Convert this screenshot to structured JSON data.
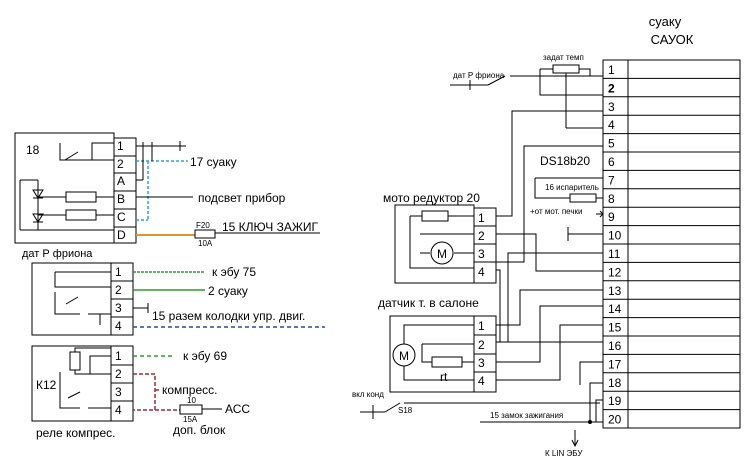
{
  "colors": {
    "wire": "#000000",
    "green": "#2e9e2e",
    "cyan": "#2aa8c8",
    "orange": "#e8902a",
    "blue": "#3344aa",
    "red": "#a02a3a"
  },
  "ecu": {
    "title1": "суаку",
    "title2": "САУОК",
    "pins": [
      "1",
      "2",
      "3",
      "4",
      "5",
      "6",
      "7",
      "8",
      "9",
      "10",
      "11",
      "12",
      "13",
      "14",
      "15",
      "16",
      "17",
      "18",
      "19",
      "20"
    ]
  },
  "connector18": {
    "label": "18",
    "pins": [
      "1",
      "2",
      "A",
      "B",
      "C",
      "D"
    ],
    "caption": "дат Р фриона",
    "out_2": "17 суаку",
    "out_b": "подсвет прибор",
    "out_d": "15 КЛЮЧ ЗАЖИГ",
    "fuse_name": "F20",
    "fuse_rating": "10A"
  },
  "connector_block2": {
    "pins": [
      "1",
      "2",
      "3",
      "4"
    ],
    "out_1": "к эбу 75",
    "out_2": "2 суаку",
    "out_3": "15 разем колодки упр. двиг."
  },
  "relay": {
    "label": "К12",
    "pins": [
      "1",
      "2",
      "3",
      "4"
    ],
    "caption": "реле компрес.",
    "out_1": "к эбу 69",
    "out_2": "компресс.",
    "out_4": "АСС",
    "fuse_name": "10",
    "fuse_rating": "15А",
    "out_4b": "доп. блок"
  },
  "motor_reducer": {
    "label": "мото редуктор 20",
    "pins": [
      "1",
      "2",
      "3",
      "4"
    ],
    "motor": "M"
  },
  "cabin_sensor": {
    "label": "датчик т. в салоне",
    "pins": [
      "1",
      "2",
      "3",
      "4"
    ],
    "motor": "M",
    "thermistor": "rt"
  },
  "labels": {
    "pressure_sensor": "дат Р фриона",
    "set_temp": "задат темп",
    "ds18b20": "DS18b20",
    "evaporator": "16 испаритель",
    "from_motor": "+от мот. печки",
    "ac_switch": "вкл конд",
    "s18": "S18",
    "ignition_lock": "15 замок зажигания",
    "k_lin": "К LIN ЭБУ"
  }
}
